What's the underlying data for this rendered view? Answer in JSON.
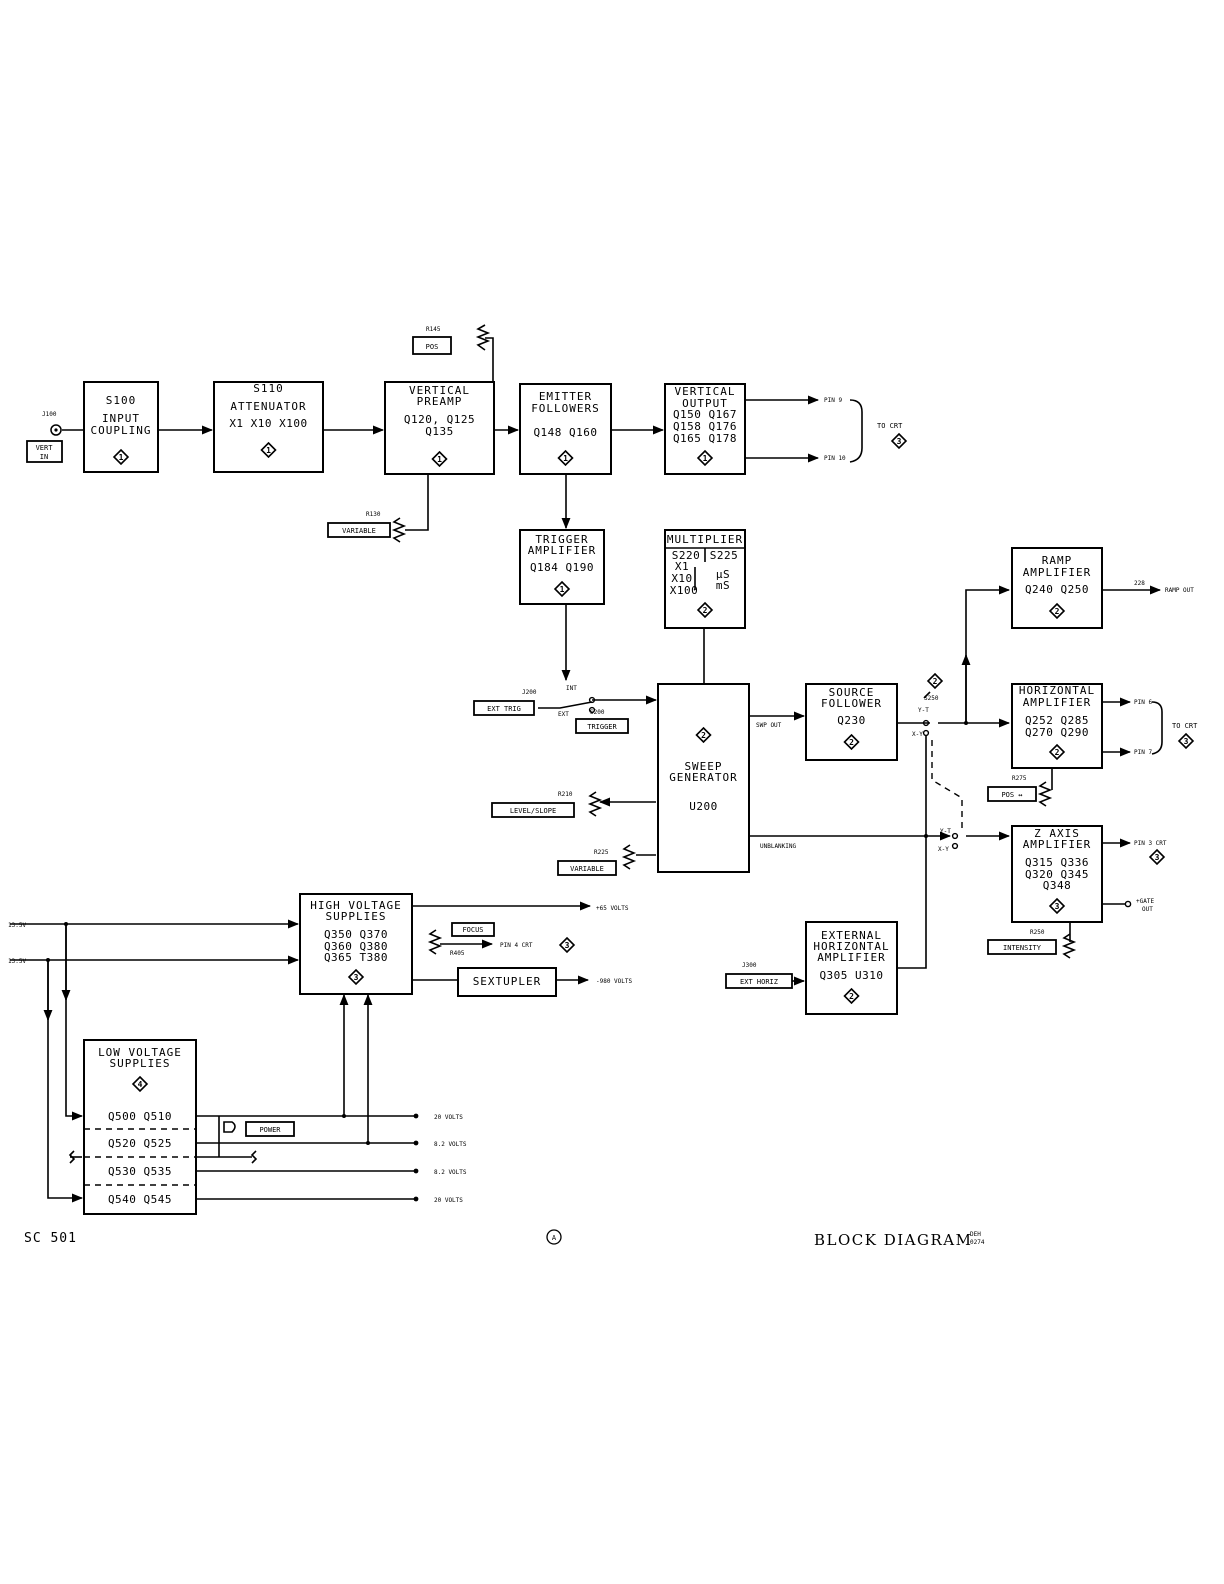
{
  "blocks": [
    {
      "id": "s100",
      "title": [
        "S100",
        "INPUT",
        "COUPLING"
      ],
      "body": [],
      "sheet": "1"
    },
    {
      "id": "s110",
      "title": [
        "S110",
        "ATTENUATOR"
      ],
      "body": [
        "X1    X10    X100"
      ],
      "sheet": "1"
    },
    {
      "id": "vpre",
      "title": [
        "VERTICAL",
        "PREAMP"
      ],
      "body": [
        "Q120, Q125",
        "Q135"
      ],
      "sheet": "1"
    },
    {
      "id": "emit",
      "title": [
        "EMITTER",
        "FOLLOWERS"
      ],
      "body": [
        "Q148    Q160"
      ],
      "sheet": "1"
    },
    {
      "id": "vout",
      "title": [
        "VERTICAL",
        "OUTPUT"
      ],
      "body": [
        "Q150   Q167",
        "Q158   Q176",
        "Q165   Q178"
      ],
      "sheet": "1"
    },
    {
      "id": "trig",
      "title": [
        "TRIGGER",
        "AMPLIFIER"
      ],
      "body": [
        "Q184    Q190"
      ],
      "sheet": "1"
    },
    {
      "id": "mult",
      "title": [
        "MULTIPLIER"
      ],
      "body": [
        "S220",
        "S225",
        "X1",
        "X10",
        "X100",
        "μS",
        "mS"
      ],
      "sheet": "2"
    },
    {
      "id": "sweep",
      "title": [
        "SWEEP",
        "GENERATOR"
      ],
      "body": [
        "U200"
      ],
      "sheet": "2"
    },
    {
      "id": "src",
      "title": [
        "SOURCE",
        "FOLLOWER"
      ],
      "body": [
        "Q230"
      ],
      "sheet": "2"
    },
    {
      "id": "ramp",
      "title": [
        "RAMP",
        "AMPLIFIER"
      ],
      "body": [
        "Q240   Q250"
      ],
      "sheet": "2"
    },
    {
      "id": "horiz",
      "title": [
        "HORIZONTAL",
        "AMPLIFIER"
      ],
      "body": [
        "Q252   Q285",
        "Q270   Q290"
      ],
      "sheet": "2"
    },
    {
      "id": "zaxis",
      "title": [
        "Z AXIS",
        "AMPLIFIER"
      ],
      "body": [
        "Q315   Q336",
        "Q320   Q345",
        "Q348"
      ],
      "sheet": "3"
    },
    {
      "id": "exth",
      "title": [
        "EXTERNAL",
        "HORIZONTAL",
        "AMPLIFIER"
      ],
      "body": [
        "Q305   U310"
      ],
      "sheet": "2"
    },
    {
      "id": "hv",
      "title": [
        "HIGH VOLTAGE",
        "SUPPLIES"
      ],
      "body": [
        "Q350   Q370",
        "Q360   Q380",
        "Q365   T380"
      ],
      "sheet": "3"
    },
    {
      "id": "sext",
      "title": [
        "SEXTUPLER"
      ],
      "body": [],
      "sheet": ""
    },
    {
      "id": "lv",
      "title": [
        "LOW VOLTAGE",
        "SUPPLIES"
      ],
      "body": [
        "Q500    Q510",
        "Q520    Q525",
        "Q530    Q535",
        "Q540    Q545"
      ],
      "sheet": "4"
    }
  ],
  "labels": {
    "vert_in": [
      "VERT",
      "IN"
    ],
    "j100": "J100",
    "pos_v": "POS",
    "r145": "R145",
    "r130": "R130",
    "variable_v": "VARIABLE",
    "to_crt_1": "TO CRT",
    "pin9": "PIN 9",
    "pin10": "PIN 10",
    "j200": "J200",
    "ext_trig": "EXT TRIG",
    "int": "INT",
    "ext": "EXT",
    "s200": "S200",
    "trigger": "TRIGGER",
    "r210": "R210",
    "level_slope": "LEVEL/SLOPE",
    "r225": "R225",
    "variable_s": "VARIABLE",
    "swp_out": "SWP OUT",
    "unblanking": "UNBLANKING",
    "s250": "S250",
    "yt": "Y-T",
    "xy": "X-Y",
    "r228": "228",
    "ramp_out": "RAMP OUT",
    "pin6": "PIN 6",
    "pin7": "PIN 7",
    "to_crt_2": "TO CRT",
    "r275": "R275",
    "pos_h": "POS ↔",
    "pin3": "PIN 3  CRT",
    "gate_out": [
      "+GATE",
      "OUT"
    ],
    "r250": "R250",
    "intensity": "INTENSITY",
    "j300": "J300",
    "ext_horiz": "EXT HORIZ",
    "v135a": "13.5V",
    "v135b": "13.5V",
    "plus65": "+65 VOLTS",
    "focus": "FOCUS",
    "pin4": "PIN 4  CRT",
    "r405": "R405",
    "minus980": "-980 VOLTS",
    "power": "POWER",
    "v20a": "20 VOLTS",
    "v82a": "8.2 VOLTS",
    "v82b": "8.2 VOLTS",
    "v20b": "20 VOLTS"
  },
  "footer": {
    "model": "SC 501",
    "rev": "A",
    "title": "BLOCK DIAGRAM",
    "code": [
      "DEH",
      "0274"
    ]
  }
}
